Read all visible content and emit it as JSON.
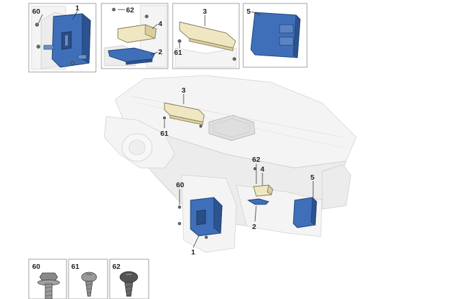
{
  "callouts": {
    "p1": "1",
    "p2": "2",
    "p3": "3",
    "p4": "4",
    "p5": "5",
    "p60": "60",
    "p61": "61",
    "p62": "62"
  },
  "colors": {
    "control_unit": "#3f6fb8",
    "airbag_module": "#efe7c2",
    "bracket": "#3f6fb8",
    "background_parts": "#f4f4f4"
  }
}
